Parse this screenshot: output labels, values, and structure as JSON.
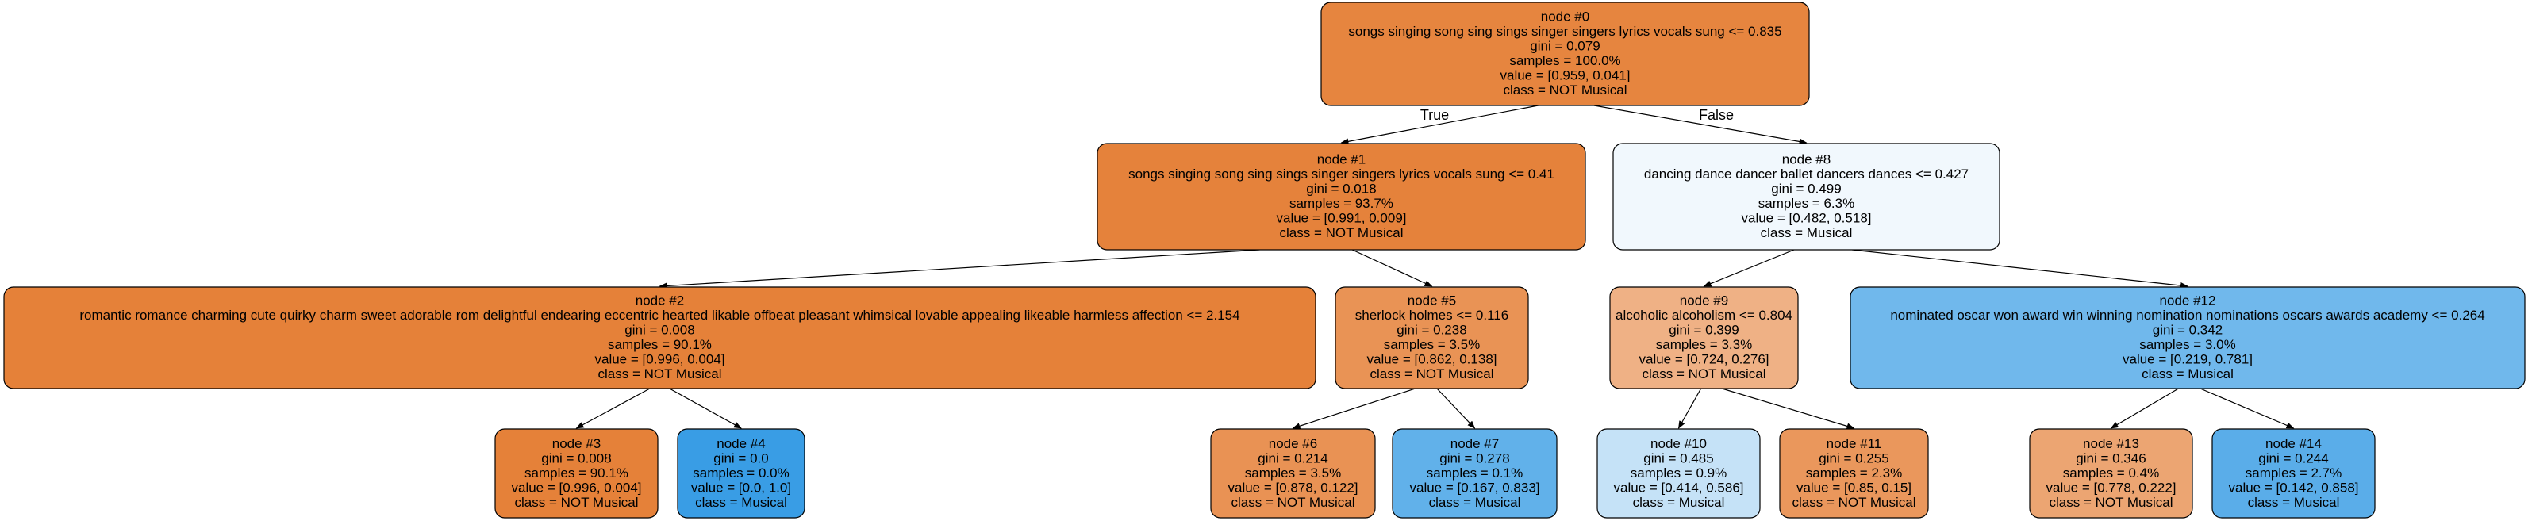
{
  "diagram": {
    "type": "decision-tree",
    "edge_labels": {
      "true_label": "True",
      "false_label": "False"
    },
    "class_colors": {
      "NOT Musical": "#e58139",
      "Musical": "#399de5"
    },
    "nodes": [
      {
        "id": 0,
        "lines": [
          "node #0",
          "songs singing song sing sings singer singers lyrics vocals sung  <= 0.835",
          "gini = 0.079",
          "samples = 100.0%",
          "value = [0.959, 0.041]",
          "class = NOT Musical"
        ],
        "fill": "#e6853f"
      },
      {
        "id": 1,
        "lines": [
          "node #1",
          "songs singing song sing sings singer singers lyrics vocals sung  <= 0.41",
          "gini = 0.018",
          "samples = 93.7%",
          "value = [0.991, 0.009]",
          "class = NOT Musical"
        ],
        "fill": "#e5823b"
      },
      {
        "id": 8,
        "lines": [
          "node #8",
          "dancing dance dancer ballet dancers dances  <= 0.427",
          "gini = 0.499",
          "samples = 6.3%",
          "value = [0.482, 0.518]",
          "class = Musical"
        ],
        "fill": "#f1f8fd"
      },
      {
        "id": 2,
        "lines": [
          "node #2",
          "romantic romance charming cute quirky charm sweet adorable rom delightful endearing eccentric hearted likable offbeat pleasant whimsical lovable appealing likeable harmless affection  <= 2.154",
          "gini = 0.008",
          "samples = 90.1%",
          "value = [0.996, 0.004]",
          "class = NOT Musical"
        ],
        "fill": "#e58139"
      },
      {
        "id": 5,
        "lines": [
          "node #5",
          "sherlock holmes  <= 0.116",
          "gini = 0.238",
          "samples = 3.5%",
          "value = [0.862, 0.138]",
          "class = NOT Musical"
        ],
        "fill": "#e99355"
      },
      {
        "id": 9,
        "lines": [
          "node #9",
          "alcoholic alcoholism  <= 0.804",
          "gini = 0.399",
          "samples = 3.3%",
          "value = [0.724, 0.276]",
          "class = NOT Musical"
        ],
        "fill": "#efb185"
      },
      {
        "id": 12,
        "lines": [
          "node #12",
          "nominated oscar won award win winning nomination nominations oscars awards academy  <= 0.264",
          "gini = 0.342",
          "samples = 3.0%",
          "value = [0.219, 0.781]",
          "class = Musical"
        ],
        "fill": "#70b8ec"
      },
      {
        "id": 3,
        "lines": [
          "node #3",
          "gini = 0.008",
          "samples = 90.1%",
          "value = [0.996, 0.004]",
          "class = NOT Musical"
        ],
        "fill": "#e58139"
      },
      {
        "id": 4,
        "lines": [
          "node #4",
          "gini = 0.0",
          "samples = 0.0%",
          "value = [0.0, 1.0]",
          "class = Musical"
        ],
        "fill": "#399de5"
      },
      {
        "id": 6,
        "lines": [
          "node #6",
          "gini = 0.214",
          "samples = 3.5%",
          "value = [0.878, 0.122]",
          "class = NOT Musical"
        ],
        "fill": "#e99254"
      },
      {
        "id": 7,
        "lines": [
          "node #7",
          "gini = 0.278",
          "samples = 0.1%",
          "value = [0.167, 0.833]",
          "class = Musical"
        ],
        "fill": "#61b1ea"
      },
      {
        "id": 10,
        "lines": [
          "node #10",
          "gini = 0.485",
          "samples = 0.9%",
          "value = [0.414, 0.586]",
          "class = Musical"
        ],
        "fill": "#c5e2f7"
      },
      {
        "id": 11,
        "lines": [
          "node #11",
          "gini = 0.255",
          "samples = 2.3%",
          "value = [0.85, 0.15]",
          "class = NOT Musical"
        ],
        "fill": "#ea975c"
      },
      {
        "id": 13,
        "lines": [
          "node #13",
          "gini = 0.346",
          "samples = 0.4%",
          "value = [0.778, 0.222]",
          "class = NOT Musical"
        ],
        "fill": "#eca572"
      },
      {
        "id": 14,
        "lines": [
          "node #14",
          "gini = 0.244",
          "samples = 2.7%",
          "value = [0.142, 0.858]",
          "class = Musical"
        ],
        "fill": "#5aade9"
      }
    ],
    "edges": [
      {
        "from": 0,
        "to": 1,
        "label_key": "true_label"
      },
      {
        "from": 0,
        "to": 8,
        "label_key": "false_label"
      },
      {
        "from": 1,
        "to": 2
      },
      {
        "from": 1,
        "to": 5
      },
      {
        "from": 8,
        "to": 9
      },
      {
        "from": 8,
        "to": 12
      },
      {
        "from": 2,
        "to": 3
      },
      {
        "from": 2,
        "to": 4
      },
      {
        "from": 5,
        "to": 6
      },
      {
        "from": 5,
        "to": 7
      },
      {
        "from": 9,
        "to": 10
      },
      {
        "from": 9,
        "to": 11
      },
      {
        "from": 12,
        "to": 13
      },
      {
        "from": 12,
        "to": 14
      }
    ]
  }
}
